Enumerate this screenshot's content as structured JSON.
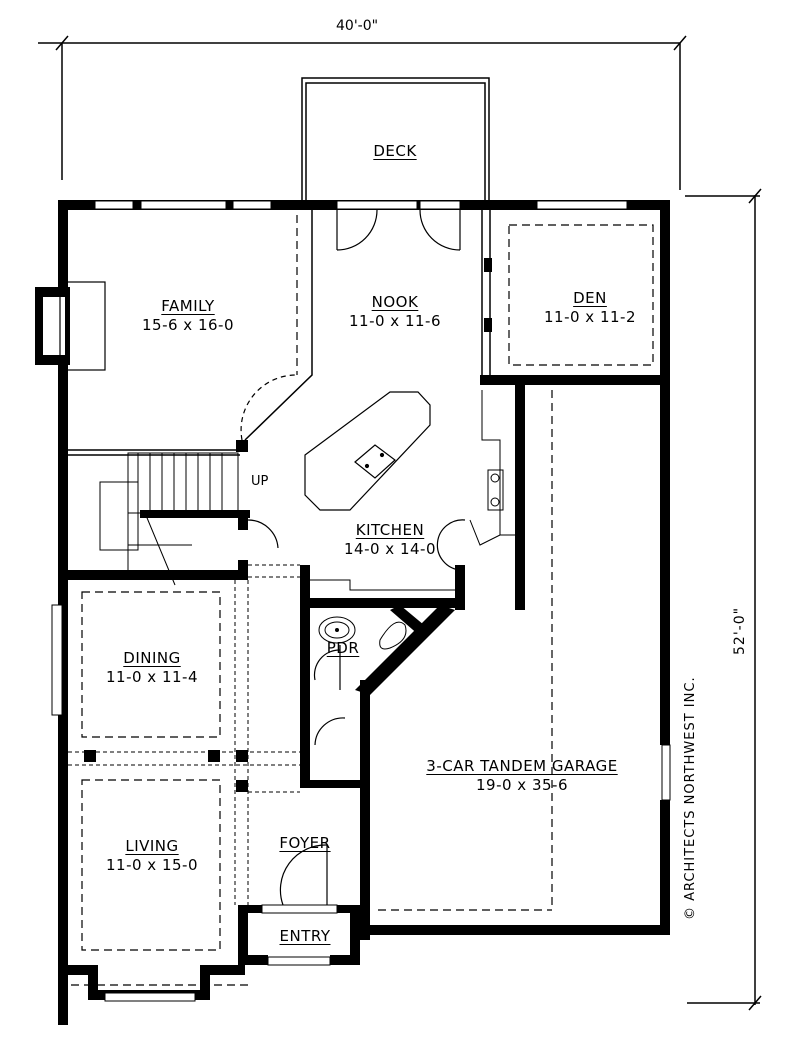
{
  "plan": {
    "dimensions": {
      "width": "40'-0\"",
      "depth": "52'-0\""
    },
    "copyright": "© ARCHITECTS NORTHWEST INC.",
    "stair_label": "UP",
    "rooms": [
      {
        "id": "deck",
        "name": "DECK",
        "size": ""
      },
      {
        "id": "family",
        "name": "FAMILY",
        "size": "15-6 x 16-0"
      },
      {
        "id": "nook",
        "name": "NOOK",
        "size": "11-0 x 11-6"
      },
      {
        "id": "den",
        "name": "DEN",
        "size": "11-0 x 11-2"
      },
      {
        "id": "kitchen",
        "name": "KITCHEN",
        "size": "14-0 x 14-0"
      },
      {
        "id": "dining",
        "name": "DINING",
        "size": "11-0 x 11-4"
      },
      {
        "id": "pdr",
        "name": "PDR",
        "size": ""
      },
      {
        "id": "garage",
        "name": "3-CAR TANDEM GARAGE",
        "size": "19-0 x 35-6"
      },
      {
        "id": "living",
        "name": "LIVING",
        "size": "11-0 x 15-0"
      },
      {
        "id": "foyer",
        "name": "FOYER",
        "size": ""
      },
      {
        "id": "entry",
        "name": "ENTRY",
        "size": ""
      }
    ],
    "colors": {
      "wall": "#000000",
      "background": "#ffffff"
    }
  }
}
